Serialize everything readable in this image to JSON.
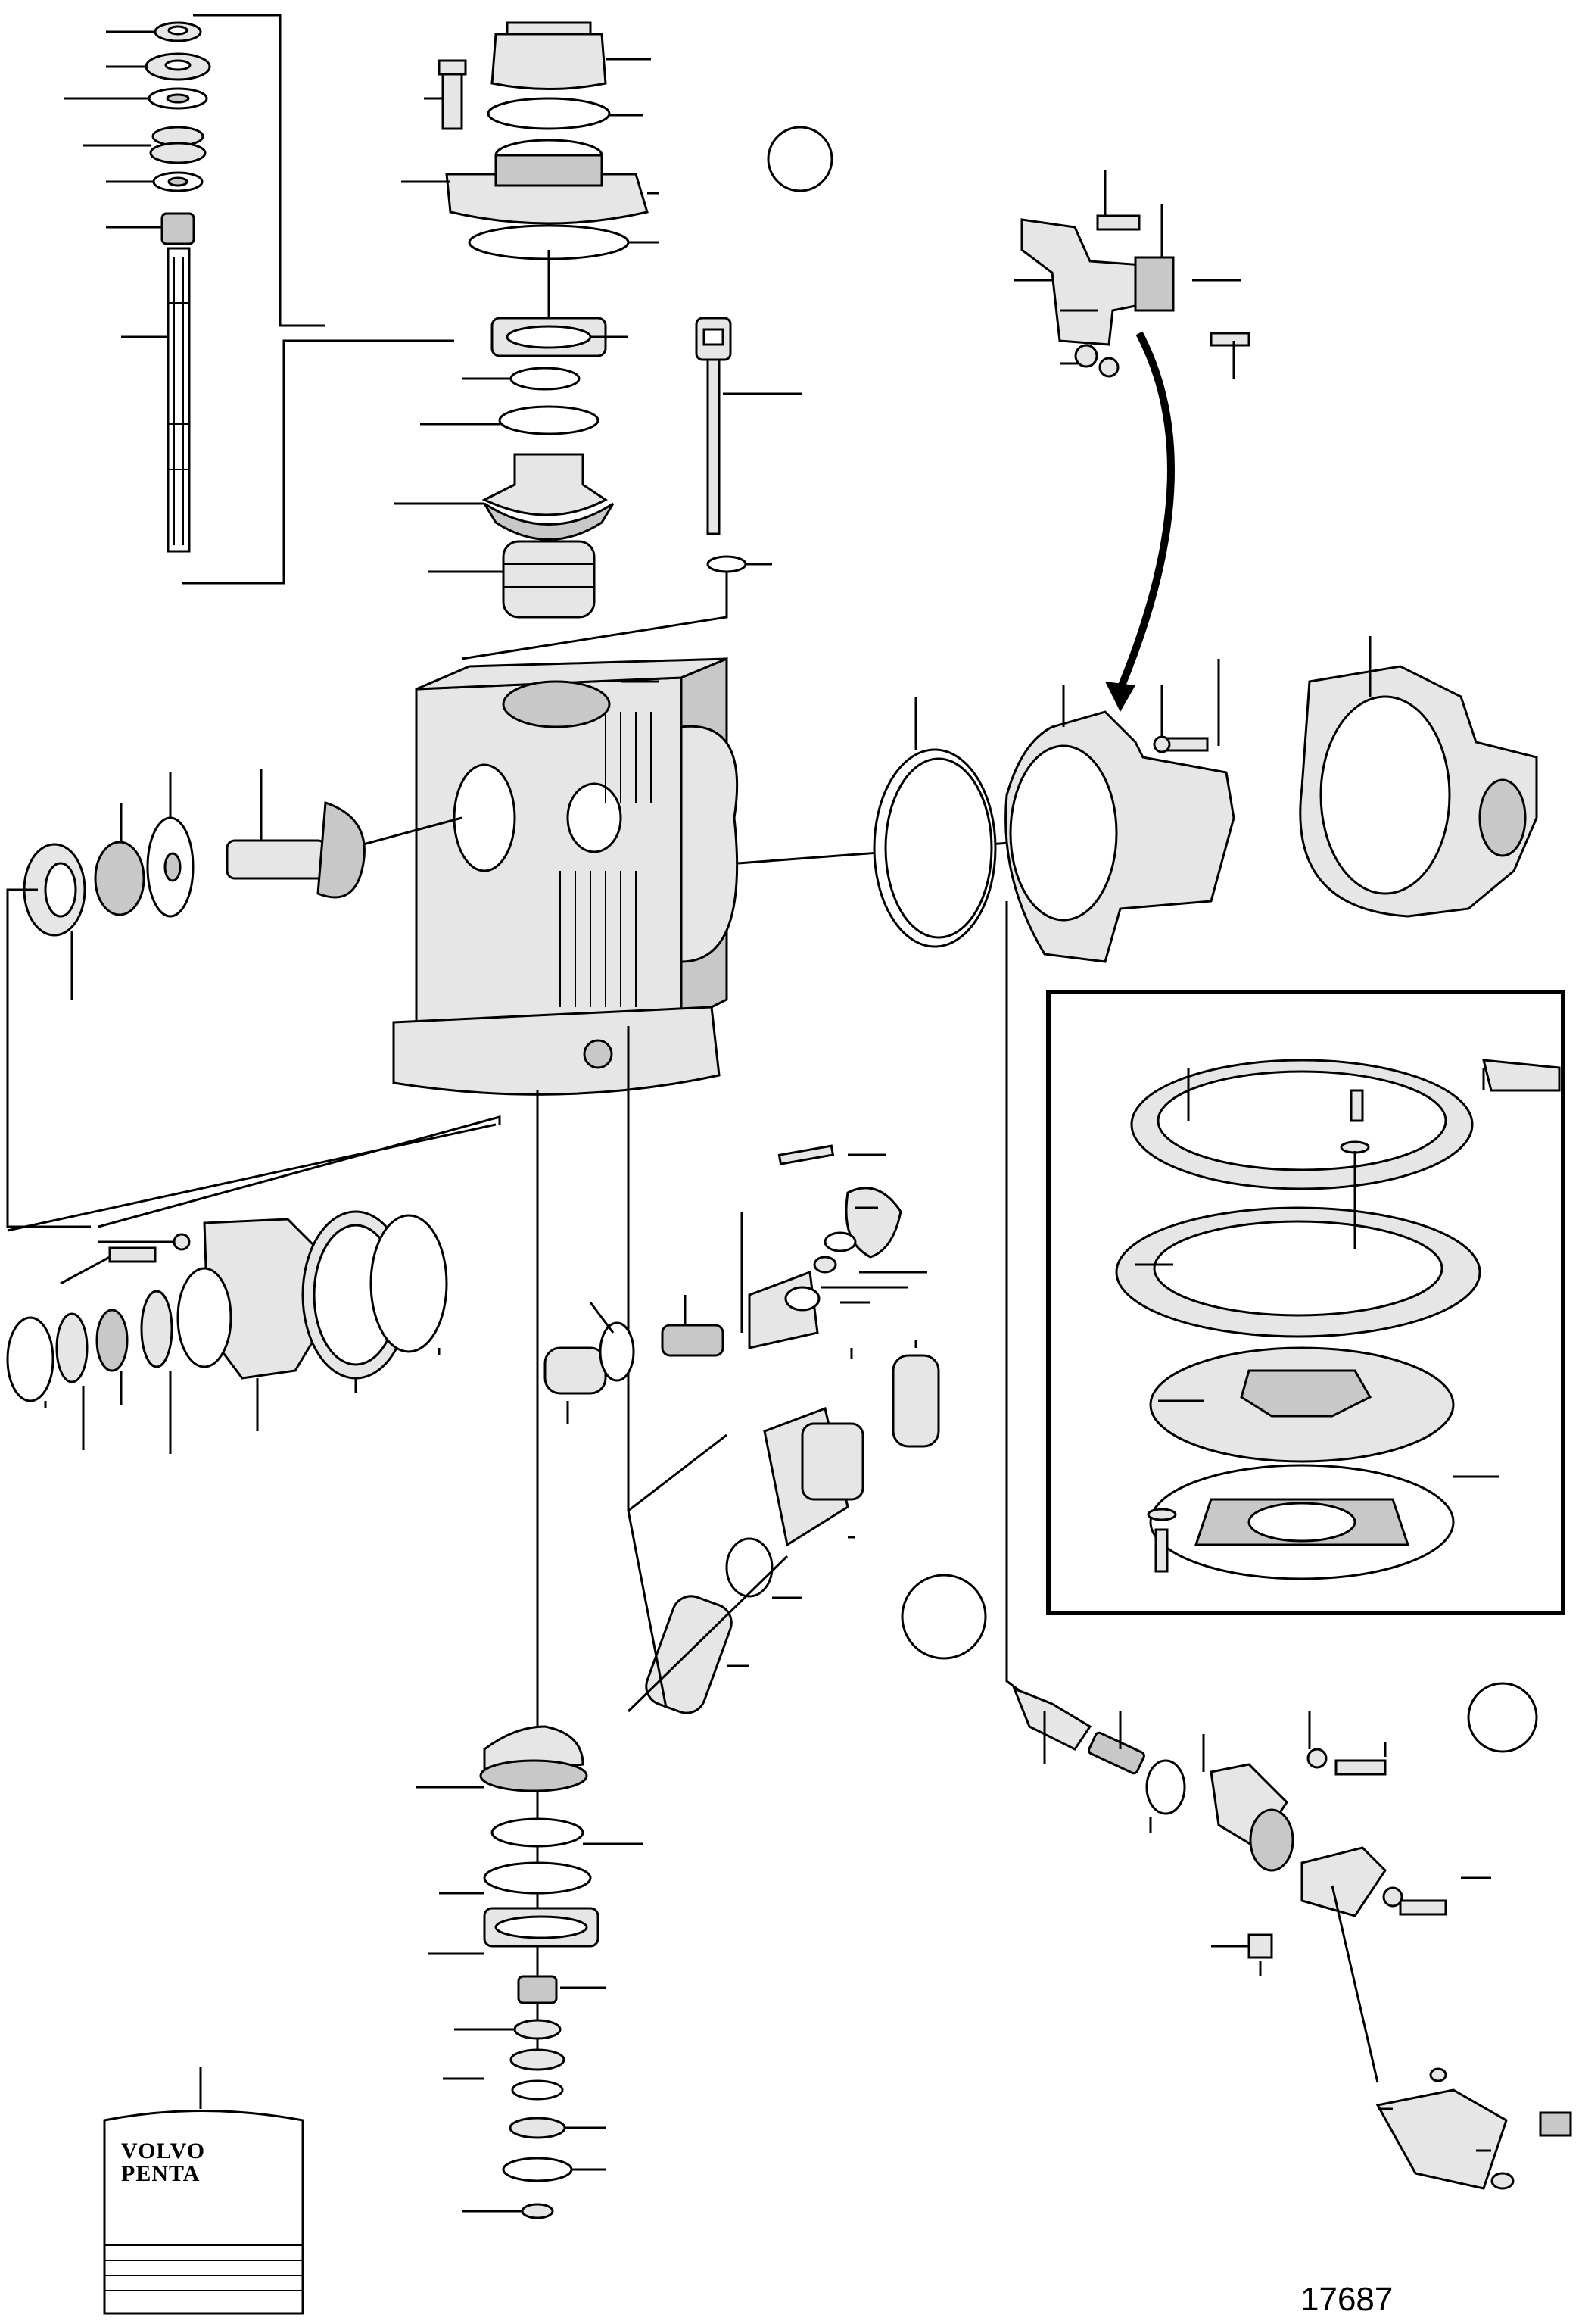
{
  "figure": {
    "reference_number": "17687",
    "manual_cover": {
      "brand_line1": "VOLVO",
      "brand_line2": "PENTA"
    },
    "callout_circles": 3,
    "inset_panel": true
  }
}
